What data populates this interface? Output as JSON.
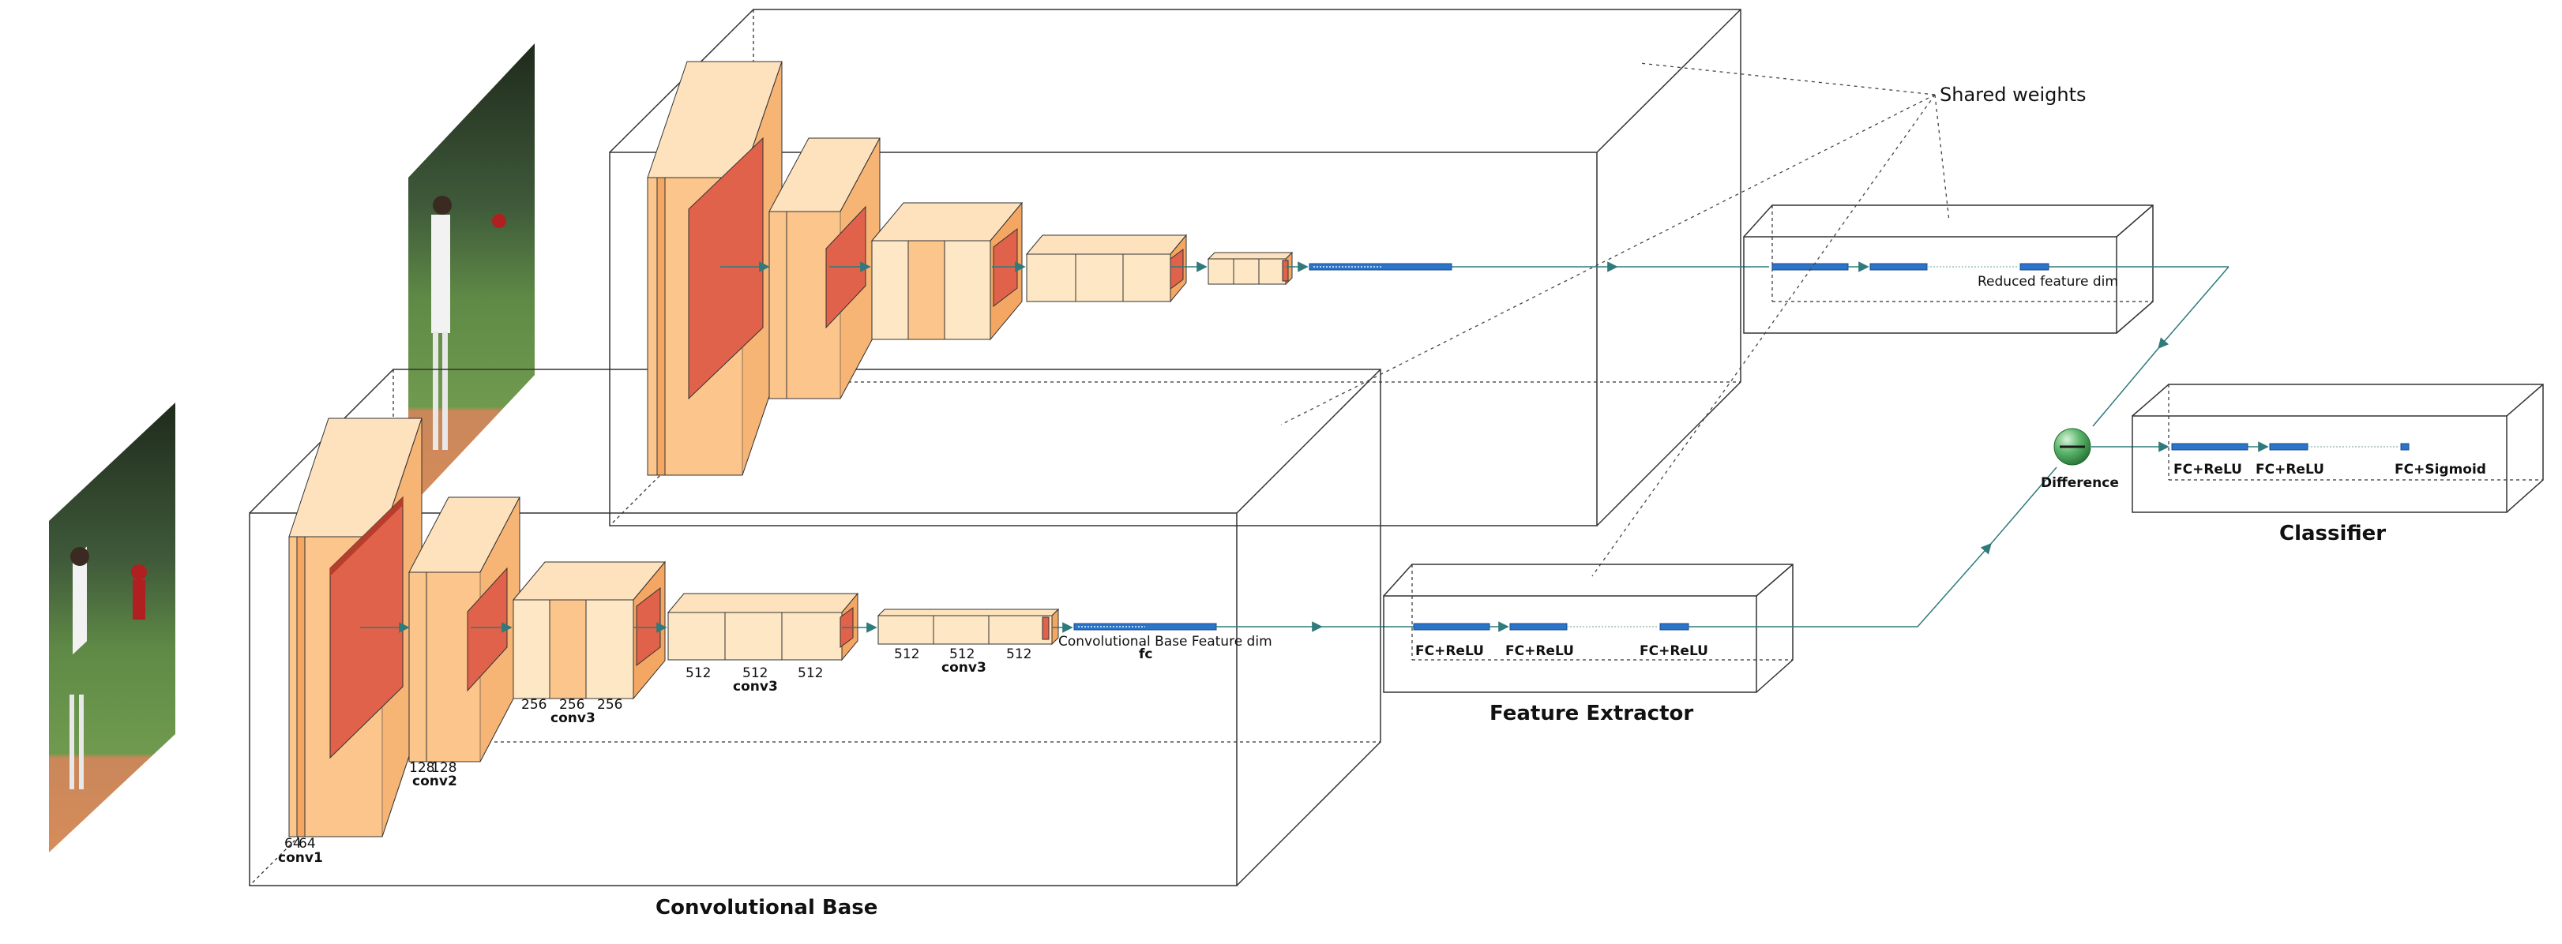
{
  "conv_base": {
    "caption": "Convolutional Base",
    "layers": {
      "conv1": {
        "name": "conv1",
        "channels": [
          "64",
          "64"
        ]
      },
      "conv2": {
        "name": "conv2",
        "channels": [
          "128",
          "128"
        ]
      },
      "conv3": {
        "name": "conv3",
        "channels": [
          "256",
          "256",
          "256"
        ]
      },
      "conv4": {
        "name": "conv3",
        "channels": [
          "512",
          "512",
          "512"
        ]
      },
      "conv5": {
        "name": "conv3",
        "channels": [
          "512",
          "512",
          "512"
        ]
      },
      "fc": {
        "name": "fc",
        "caption": "Convolutional Base Feature dim"
      }
    }
  },
  "feature_extractor": {
    "caption": "Feature Extractor",
    "layers": [
      "FC+ReLU",
      "FC+ReLU",
      "FC+ReLU"
    ],
    "reduced_caption": "Reduced feature dim"
  },
  "shared_weights": "Shared weights",
  "difference": "Difference",
  "classifier": {
    "caption": "Classifier",
    "layers": [
      "FC+ReLU",
      "FC+ReLU",
      "FC+Sigmoid"
    ]
  },
  "colors": {
    "conv_front": "#fbc58c",
    "conv_top": "#fde2bd",
    "conv_side": "#f3a763",
    "conv_light": "#fde7c4",
    "pool_front": "#e0624a",
    "pool_side": "#b83e2c",
    "fc_blue": "#2b74c9",
    "fc_blue_dark": "#1a4d8a",
    "arrow": "#2f7a7a",
    "sphere": "#4aaa5b"
  },
  "icons": [
    "baseball-photo-icon",
    "baseball-photo-icon"
  ]
}
